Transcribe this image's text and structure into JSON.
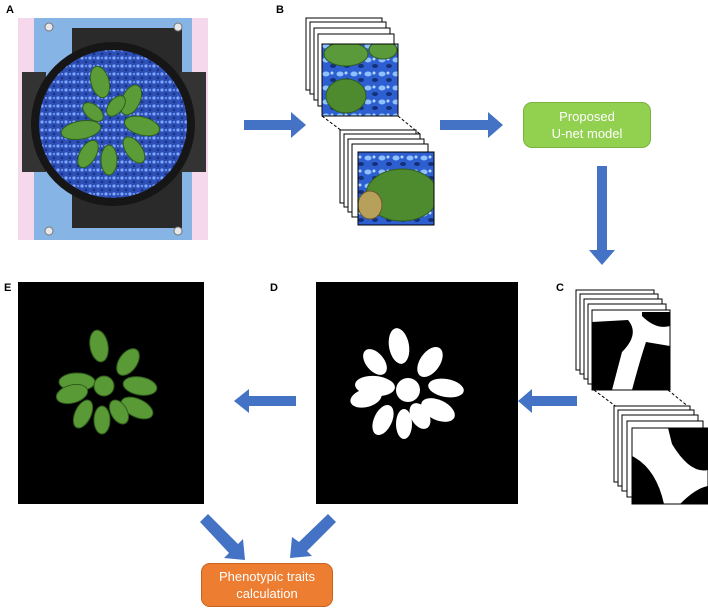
{
  "panels": {
    "a": {
      "letter": "A"
    },
    "b": {
      "letter": "B"
    },
    "c": {
      "letter": "C"
    },
    "d": {
      "letter": "D"
    },
    "e": {
      "letter": "E"
    }
  },
  "model_box": {
    "line1": "Proposed",
    "line2": "U-net model",
    "color": "#92d050"
  },
  "traits_box": {
    "line1": "Phenotypic traits",
    "line2": "calculation",
    "color": "#ed7d31"
  },
  "colors": {
    "arrow": "#4472c4",
    "sensor_frame": "#8ab6e0",
    "soil_blue": "#3a5fc0",
    "leaf_green": "#4e8a2e",
    "mask_background": "#000000",
    "mask_foreground": "#ffffff"
  }
}
